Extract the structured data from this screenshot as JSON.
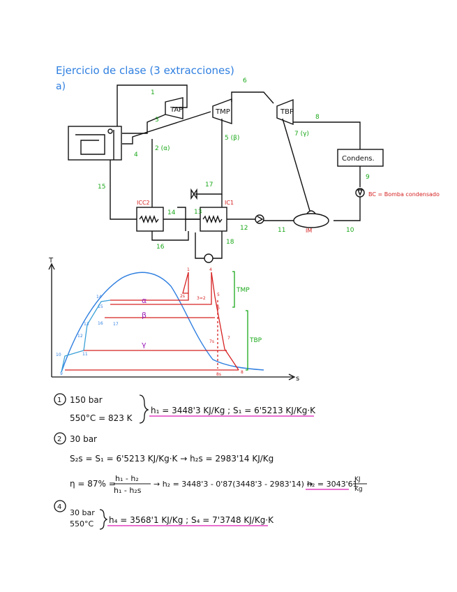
{
  "header": {
    "title": "Ejercicio de clase (3 extracciones)",
    "part": "a)"
  },
  "diagram": {
    "turbines": [
      "TAP",
      "TMP",
      "TBP"
    ],
    "condenser": "Condens.",
    "heaters": [
      "ICC2",
      "IC1"
    ],
    "open_heater": "IM",
    "pump_label": "BC = Bomba condensado",
    "state_labels": [
      "1",
      "2 (α)",
      "3",
      "4",
      "5 (β)",
      "6",
      "7 (γ)",
      "8",
      "9",
      "10",
      "11",
      "12",
      "13",
      "14",
      "15",
      "16",
      "17",
      "18"
    ]
  },
  "ts_diagram": {
    "y_axis": "T",
    "x_axis": "s",
    "greek": [
      "α",
      "β",
      "γ"
    ],
    "sections": [
      "TMP",
      "TBP"
    ],
    "points": [
      "1",
      "2s",
      "3=2",
      "4",
      "5",
      "6",
      "7s",
      "7",
      "8s",
      "8",
      "9",
      "10",
      "11",
      "12",
      "13",
      "14",
      "15",
      "16",
      "17"
    ]
  },
  "calculations": {
    "state1": {
      "num": "1",
      "line1": "150 bar",
      "line2": "550°C = 823 K",
      "result": "h₁ = 3448'3 KJ/Kg ; S₁ = 6'5213 KJ/Kg·K"
    },
    "state2": {
      "num": "2",
      "line1": "30 bar",
      "line2": "S₂s = S₁ = 6'5213 KJ/Kg·K → h₂s = 2983'14 KJ/Kg",
      "eta_prefix": "η = 87% =",
      "frac_num": "h₁ - h₂",
      "frac_den": "h₁ - h₂s",
      "eta_mid": "→ h₂ = 3448'3 - 0'87(3448'3 - 2983'14) →",
      "result": "h₂ = 3043'61",
      "unit_num": "KJ",
      "unit_den": "Kg"
    },
    "state4": {
      "num": "4",
      "line1": "30 bar",
      "line2": "550°C",
      "result": "h₄ = 3568'1 KJ/Kg ; S₄ = 7'3748 KJ/Kg·K"
    }
  }
}
